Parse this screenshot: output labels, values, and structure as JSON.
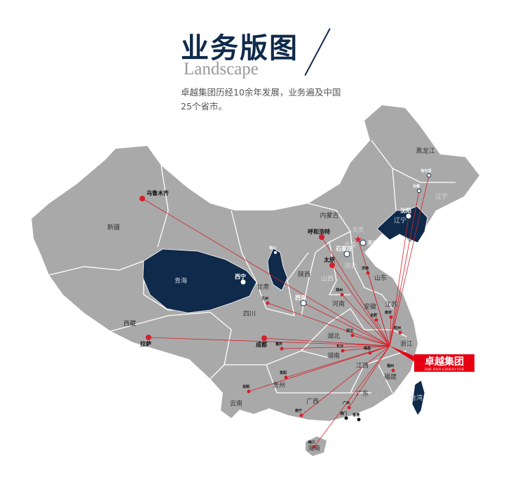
{
  "header": {
    "title": "业务版图",
    "subtitle": "Landscape",
    "description": "卓越集团历经10余年发展，业务遍及中国25个省市。"
  },
  "logo": {
    "name_cn": "卓越集团",
    "name_en": "ZHE JIAN GZHUO YUE",
    "color": "#e60012"
  },
  "colors": {
    "land": "#a9a9a9",
    "highlight": "#0f2a4a",
    "route": "#d4202a",
    "border": "#ffffff"
  },
  "highlighted_regions": [
    "青海",
    "宁夏",
    "辽宁",
    "台湾"
  ],
  "provinces": [
    "新疆",
    "西藏",
    "青海",
    "甘肃",
    "四川",
    "云南",
    "贵州",
    "广西",
    "广东",
    "海南",
    "湖南",
    "湖北",
    "江西",
    "福建",
    "浙江",
    "江苏",
    "安徽",
    "河南",
    "山东",
    "山西",
    "陕西",
    "河北",
    "北京",
    "内蒙古",
    "辽宁",
    "辽宁",
    "黑龙江",
    "台湾"
  ],
  "cities": [
    "乌鲁木齐",
    "拉萨",
    "成都",
    "西宁",
    "西安",
    "呼和浩特",
    "太原",
    "石家庄",
    "天津",
    "沈阳",
    "长春",
    "哈尔滨",
    "银川",
    "重庆",
    "长沙",
    "贵阳",
    "昆明",
    "南宁",
    "广州",
    "澳门",
    "香港",
    "海口",
    "南昌",
    "福州",
    "武汉",
    "郑州",
    "济南",
    "合肥",
    "南京",
    "兰州",
    "杭州"
  ],
  "capital": "北京",
  "hub": "杭州"
}
